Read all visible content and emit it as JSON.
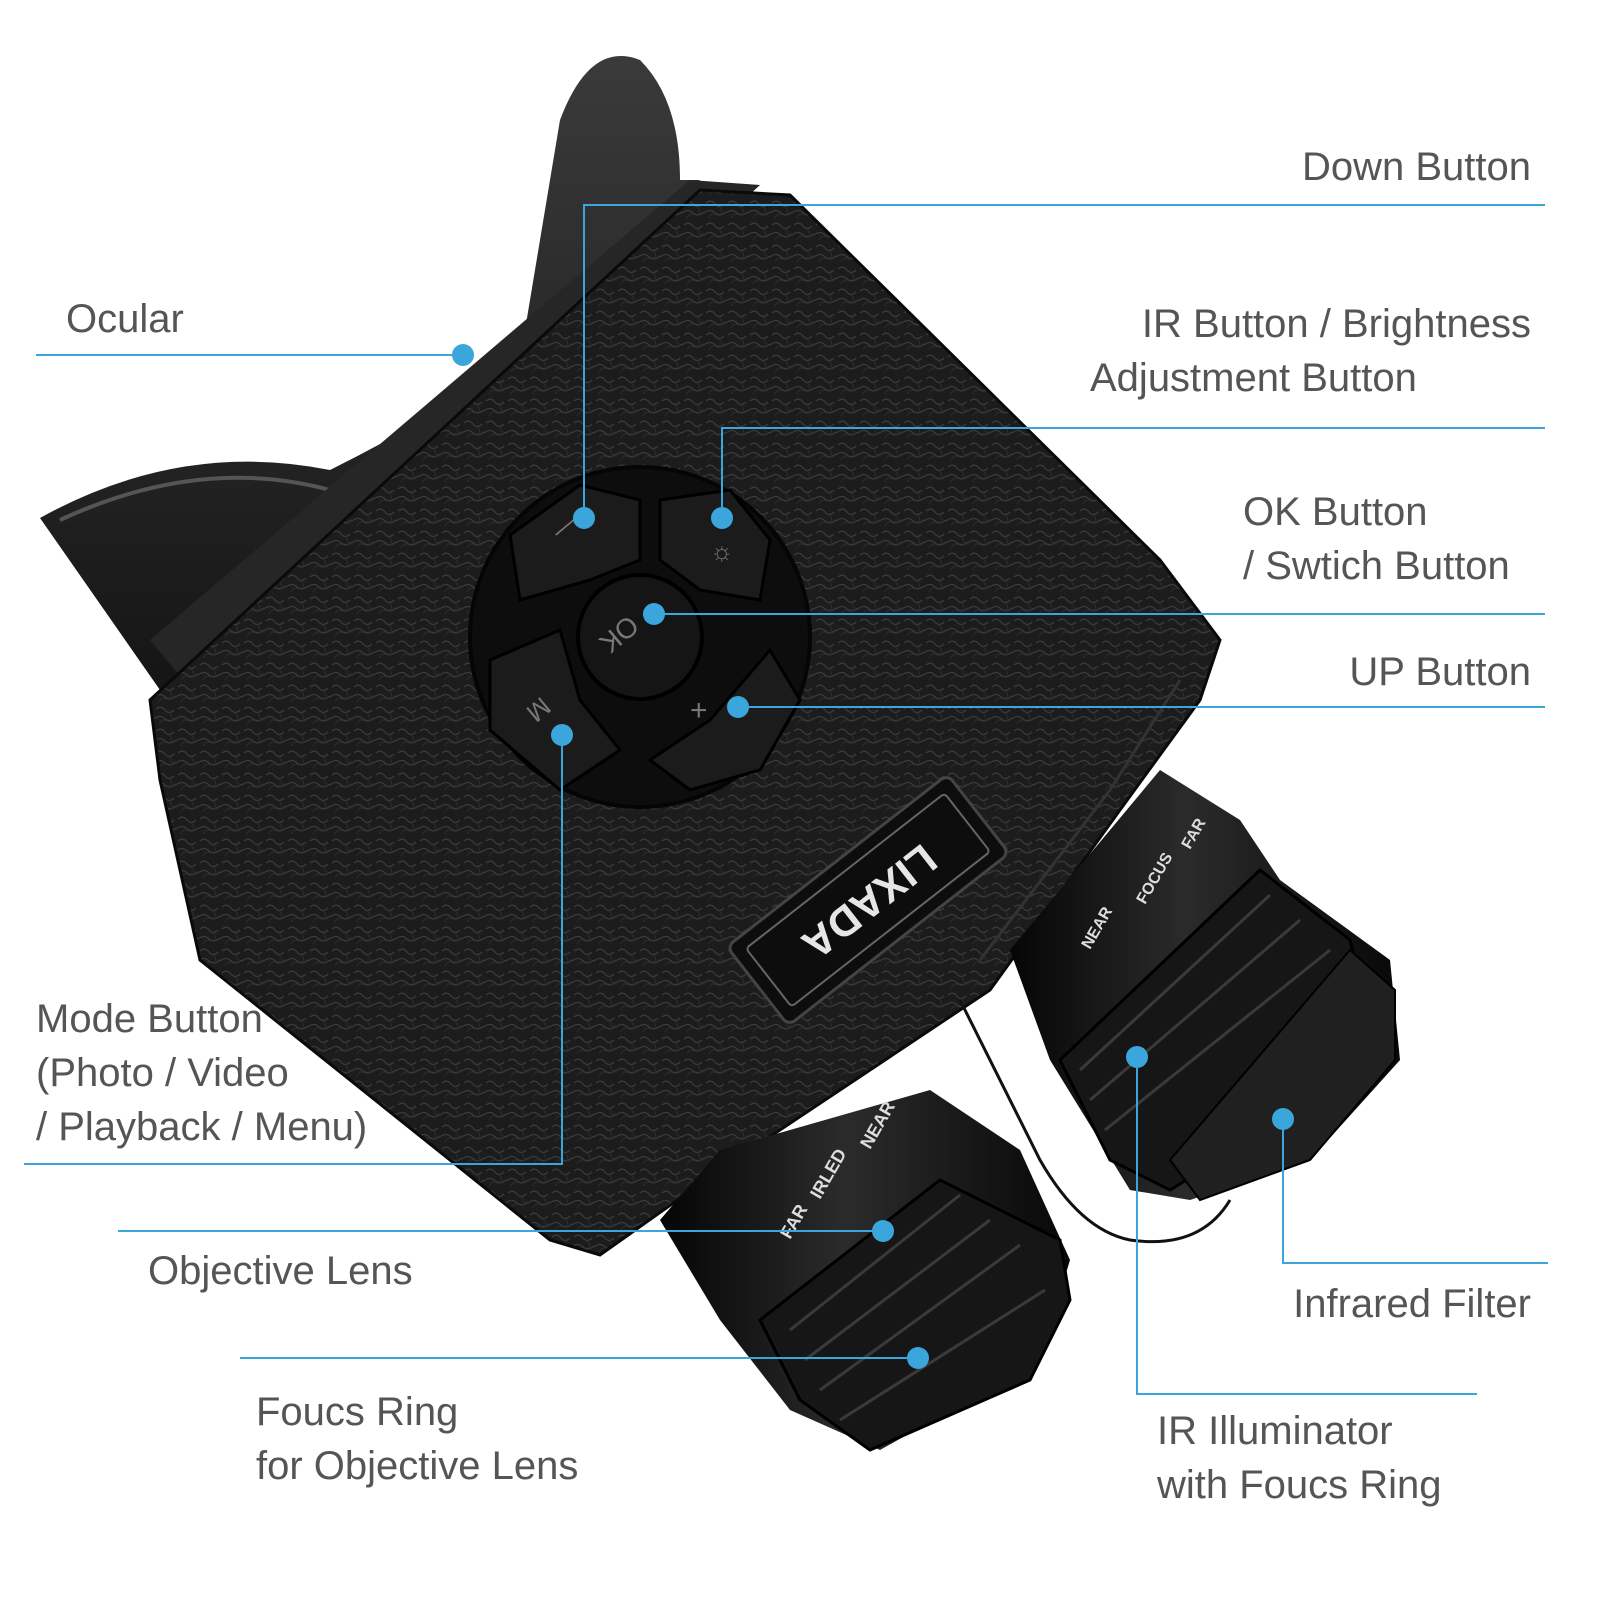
{
  "accent_color": "#3aa6dc",
  "device": {
    "brand_text": "LIXADA",
    "buttons": {
      "down": "—",
      "ir": "☼",
      "ok": "OK",
      "up": "+",
      "mode": "M"
    },
    "illuminator_ring_text": [
      "FAR",
      "FOCUS",
      "NEAR"
    ],
    "objective_ring_text": [
      "NEAR",
      "IRLED",
      "FAR"
    ]
  },
  "callouts": {
    "ocular": "Ocular",
    "down_button": "Down Button",
    "ir_button": {
      "line1": "IR Button / Brightness",
      "line2": "Adjustment Button"
    },
    "ok_button": {
      "line1": "OK Button",
      "line2": "/ Swtich Button"
    },
    "up_button": "UP Button",
    "mode_button": {
      "line1": "Mode Button",
      "line2": "(Photo / Video",
      "line3": "/ Playback / Menu)"
    },
    "objective_lens": "Objective Lens",
    "focus_ring": {
      "line1": "Foucs Ring",
      "line2": "for Objective Lens"
    },
    "infrared_filter": "Infrared Filter",
    "ir_illuminator": {
      "line1": "IR Illuminator",
      "line2": "with Foucs Ring"
    }
  }
}
